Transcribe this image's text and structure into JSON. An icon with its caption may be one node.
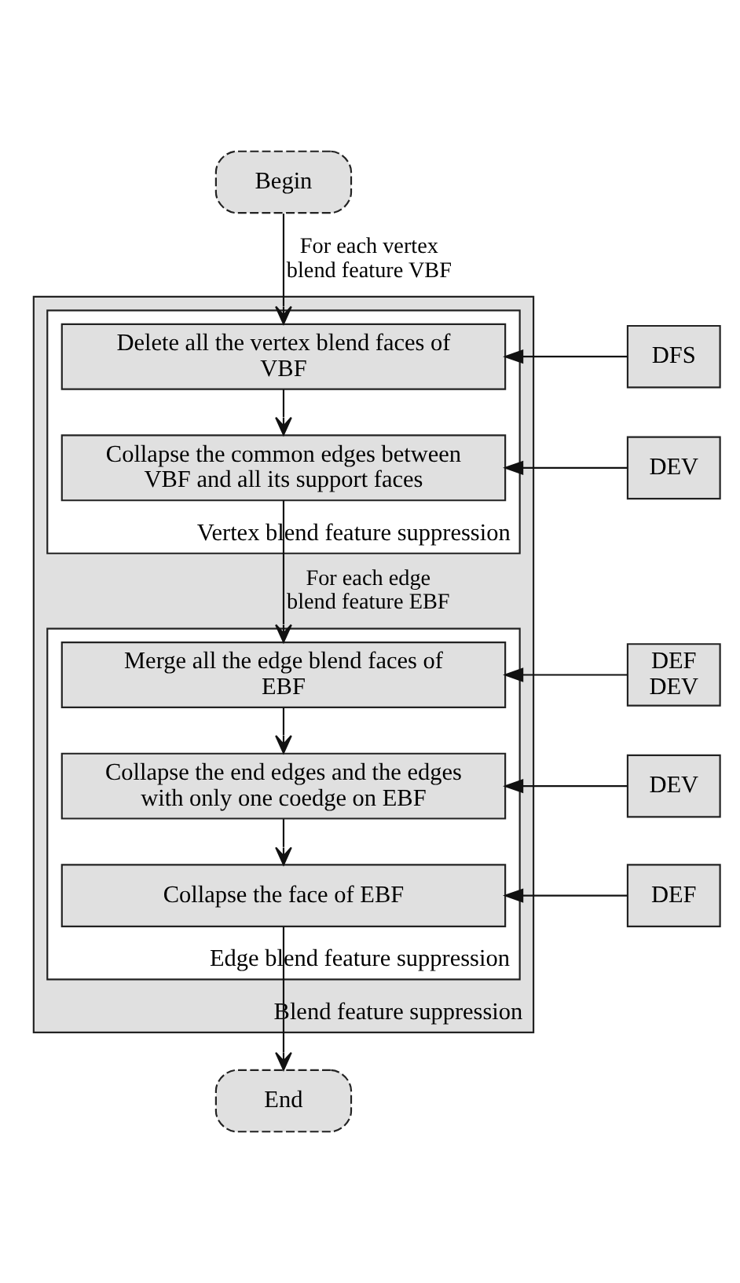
{
  "diagram": {
    "nodes": [
      {
        "text": [
          "Begin"
        ]
      },
      {
        "text": [
          "Blend feature suppression"
        ]
      },
      {
        "text": [
          "Vertex blend feature suppression"
        ],
        "in": 1
      },
      {
        "text": [
          "Delete all the vertex blend faces of VBF"
        ],
        "in": 2
      },
      {
        "text": [
          "Collapse the common edges between VBF and all its support faces"
        ],
        "in": 2
      },
      {
        "text": [
          "Edge blend feature suppression"
        ],
        "in": 1
      },
      {
        "text": [
          "Merge all the edge blend faces of EBF"
        ],
        "in": 5
      },
      {
        "text": [
          "Collapse the end edges and the edges with only one coedge on EBF"
        ],
        "in": 5
      },
      {
        "text": [
          "Collapse the face of EBF"
        ],
        "in": 5
      },
      {
        "text": [
          "End"
        ]
      },
      {
        "text": [
          "DFS"
        ]
      },
      {
        "text": [
          "DEV"
        ]
      },
      {
        "text": [
          "DEF",
          "DEV"
        ]
      },
      {
        "text": [
          "DEV"
        ]
      },
      {
        "text": [
          "DEF"
        ]
      }
    ],
    "edges": [
      {
        "from": 0,
        "to": 3,
        "arrow": "to",
        "label": "For each vertex blend feature VBF"
      },
      {
        "from": 3,
        "to": 4,
        "arrow": "to"
      },
      {
        "from": 4,
        "to": 6,
        "arrow": "to",
        "label": "For each edge blend feature EBF"
      },
      {
        "from": 6,
        "to": 7,
        "arrow": "to"
      },
      {
        "from": 7,
        "to": 8,
        "arrow": "to"
      },
      {
        "from": 8,
        "to": 9,
        "arrow": "to"
      },
      {
        "from": 10,
        "to": 3,
        "arrow": "to"
      },
      {
        "from": 11,
        "to": 4,
        "arrow": "to"
      },
      {
        "from": 12,
        "to": 6,
        "arrow": "to"
      },
      {
        "from": 13,
        "to": 7,
        "arrow": "to"
      },
      {
        "from": 14,
        "to": 8,
        "arrow": "to"
      }
    ]
  }
}
